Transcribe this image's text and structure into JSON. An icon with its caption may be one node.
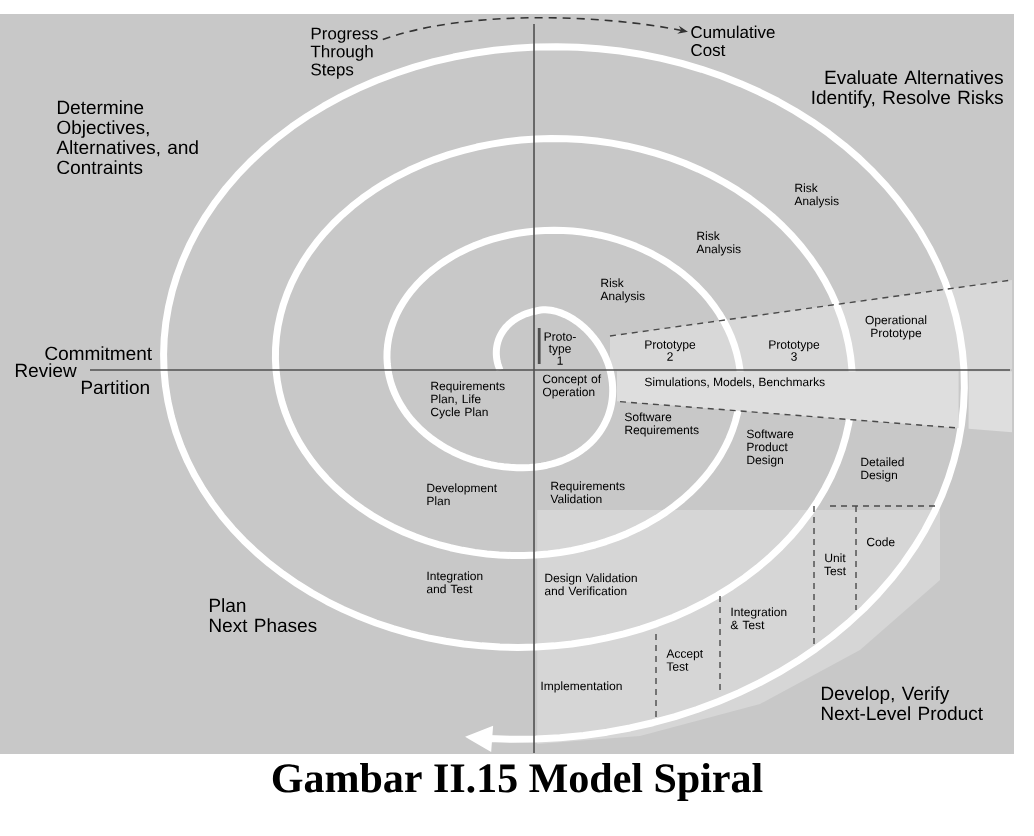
{
  "diagram": {
    "caption": "Gambar II.15 Model Spiral",
    "nodes": [
      {
        "text": [
          "Progress Through Steps"
        ]
      },
      {
        "text": [
          "Cumulative Cost"
        ]
      }
    ],
    "edges": [
      {
        "from": 0,
        "to": 1,
        "arrow": "to",
        "style": "dashed"
      }
    ],
    "labels": [
      "Determine Objectives, Alternatives, and Contraints",
      "Evaluate Alternatives Identify, Resolve Risks",
      "Risk Analysis",
      "Risk Analysis",
      "Risk Analysis",
      "Operational Prototype",
      "Proto- type 1",
      "Prototype 2",
      "Prototype 3",
      "Commitment",
      "Review",
      "Partition",
      "Concept of Operation",
      "Simulations, Models, Benchmarks",
      "Requirements Plan, Life Cycle Plan",
      "Software Requirements",
      "Software Product Design",
      "Detailed Design",
      "Requirements Validation",
      "Development Plan",
      "Code",
      "Unit Test",
      "Integration and Test",
      "Design Validation and Verification",
      "Integration & Test",
      "Plan Next Phases",
      "Accept Test",
      "Implementation",
      "Develop, Verify Next-Level Product"
    ]
  }
}
